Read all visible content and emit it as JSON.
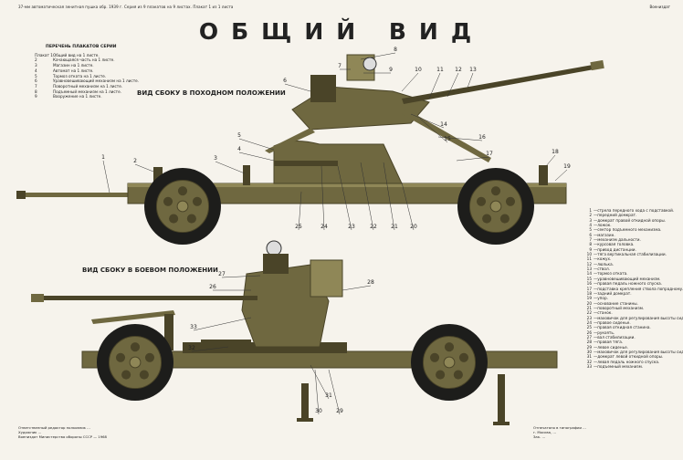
{
  "header": {
    "top_left": "37-мм автоматическая зенитная пушка обр. 1939 г. Серия из 9 плакатов на 9 листах. Плакат 1 из 1 листа",
    "top_right": "Воениздат",
    "title": "ОБЩИЙ ВИД"
  },
  "series_list": {
    "heading": "ПЕРЕЧЕНЬ ПЛАКАТОВ СЕРИИ",
    "items": [
      {
        "key": "Плакат 1",
        "label": "Общий вид на 1 листе."
      },
      {
        "key": "2",
        "label": "Качающаяся часть на 1 листе."
      },
      {
        "key": "3",
        "label": "Магазин на 1 листе."
      },
      {
        "key": "4",
        "label": "Автомат на 1 листе."
      },
      {
        "key": "5",
        "label": "Тормоз отката на 1 листе."
      },
      {
        "key": "6",
        "label": "Уравновешивающий механизм на 1 листе."
      },
      {
        "key": "7",
        "label": "Поворотный механизм на 1 листе."
      },
      {
        "key": "8",
        "label": "Подъемный механизм на 1 листе."
      },
      {
        "key": "9",
        "label": "Вооружение на 1 листе."
      }
    ]
  },
  "views": {
    "top": "ВИД СБОКУ В ПОХОДНОМ ПОЛОЖЕНИИ",
    "bottom": "ВИД СБОКУ В БОЕВОМ ПОЛОЖЕНИИ"
  },
  "callouts_top": [
    "1",
    "2",
    "3",
    "4",
    "5",
    "6",
    "7",
    "8",
    "9",
    "10",
    "11",
    "12",
    "13",
    "14",
    "15",
    "16",
    "17",
    "18",
    "19",
    "20",
    "21",
    "22",
    "23",
    "24",
    "25"
  ],
  "callouts_bottom": [
    "26",
    "27",
    "28",
    "29",
    "30",
    "31",
    "32",
    "33"
  ],
  "legend": [
    {
      "n": "1",
      "t": "—стрела передного хода с подставкой."
    },
    {
      "n": "2",
      "t": "—передний домкрат."
    },
    {
      "n": "3",
      "t": "—домкрат правой откидной опоры."
    },
    {
      "n": "4",
      "t": "—ложок."
    },
    {
      "n": "5",
      "t": "—сектор подъемного механизма."
    },
    {
      "n": "6",
      "t": "—магазин."
    },
    {
      "n": "7",
      "t": "—механизм дальности."
    },
    {
      "n": "8",
      "t": "—курсовая головка."
    },
    {
      "n": "9",
      "t": "—привод дистанции."
    },
    {
      "n": "10",
      "t": "—тяга вертикальная стабилизации."
    },
    {
      "n": "11",
      "t": "—кожух."
    },
    {
      "n": "12",
      "t": "—люлька."
    },
    {
      "n": "13",
      "t": "—ствол."
    },
    {
      "n": "14",
      "t": "—тормоз отката."
    },
    {
      "n": "15",
      "t": "—уравновешивающий механизм."
    },
    {
      "n": "16",
      "t": "—правая педаль ножного спуска."
    },
    {
      "n": "17",
      "t": "—подставка крепления ствола попрадному."
    },
    {
      "n": "18",
      "t": "—задний домкрат."
    },
    {
      "n": "19",
      "t": "—упор."
    },
    {
      "n": "20",
      "t": "—основание станины."
    },
    {
      "n": "21",
      "t": "—поворотный механизм."
    },
    {
      "n": "22",
      "t": "—станок."
    },
    {
      "n": "23",
      "t": "—маховичок для регулирования высоты сиденья."
    },
    {
      "n": "24",
      "t": "—правое сиденье."
    },
    {
      "n": "25",
      "t": "—правая откидная станина."
    },
    {
      "n": "26",
      "t": "—рукоять."
    },
    {
      "n": "27",
      "t": "—вал стабилизации."
    },
    {
      "n": "28",
      "t": "—правая тяга."
    },
    {
      "n": "29",
      "t": "—левое сиденье."
    },
    {
      "n": "30",
      "t": "—маховичок для регулирования высоты сиденья."
    },
    {
      "n": "31",
      "t": "—домкрат левой откидной опоры."
    },
    {
      "n": "32",
      "t": "—левая педаль ножного спуска."
    },
    {
      "n": "33",
      "t": "—подъемный механизм."
    }
  ],
  "footer": {
    "left": [
      "Ответственный редактор полковник ...",
      "Художник ...",
      "Воениздат Министерства обороны СССР — 1968"
    ],
    "right": [
      "Отпечатано в типографии ...",
      "г. Москва, ...",
      "Зак. ..."
    ]
  },
  "colors": {
    "olive": "#6f6840",
    "olive_dark": "#4a4428",
    "olive_light": "#8f8757",
    "tire": "#1d1d1b",
    "paper": "#f6f3ec"
  }
}
